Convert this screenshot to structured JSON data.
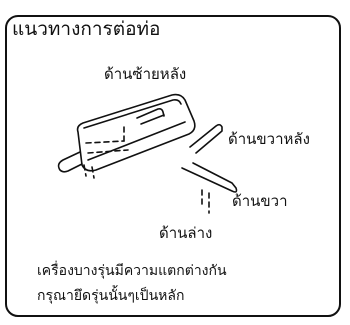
{
  "title": "แนวทางการต่อท่อ",
  "labels": {
    "left_rear": "ด้านซ้ายหลัง",
    "right_rear": "ด้านขวาหลัง",
    "right": "ด้านขวา",
    "bottom": "ด้านล่าง"
  },
  "note": {
    "line1": "เครื่องบางรุ่นมีความแตกต่างกัน",
    "line2": "กรุณายึดรุ่นนั้นๆเป็นหลัก"
  },
  "colors": {
    "line": "#111111",
    "background": "#ffffff"
  }
}
